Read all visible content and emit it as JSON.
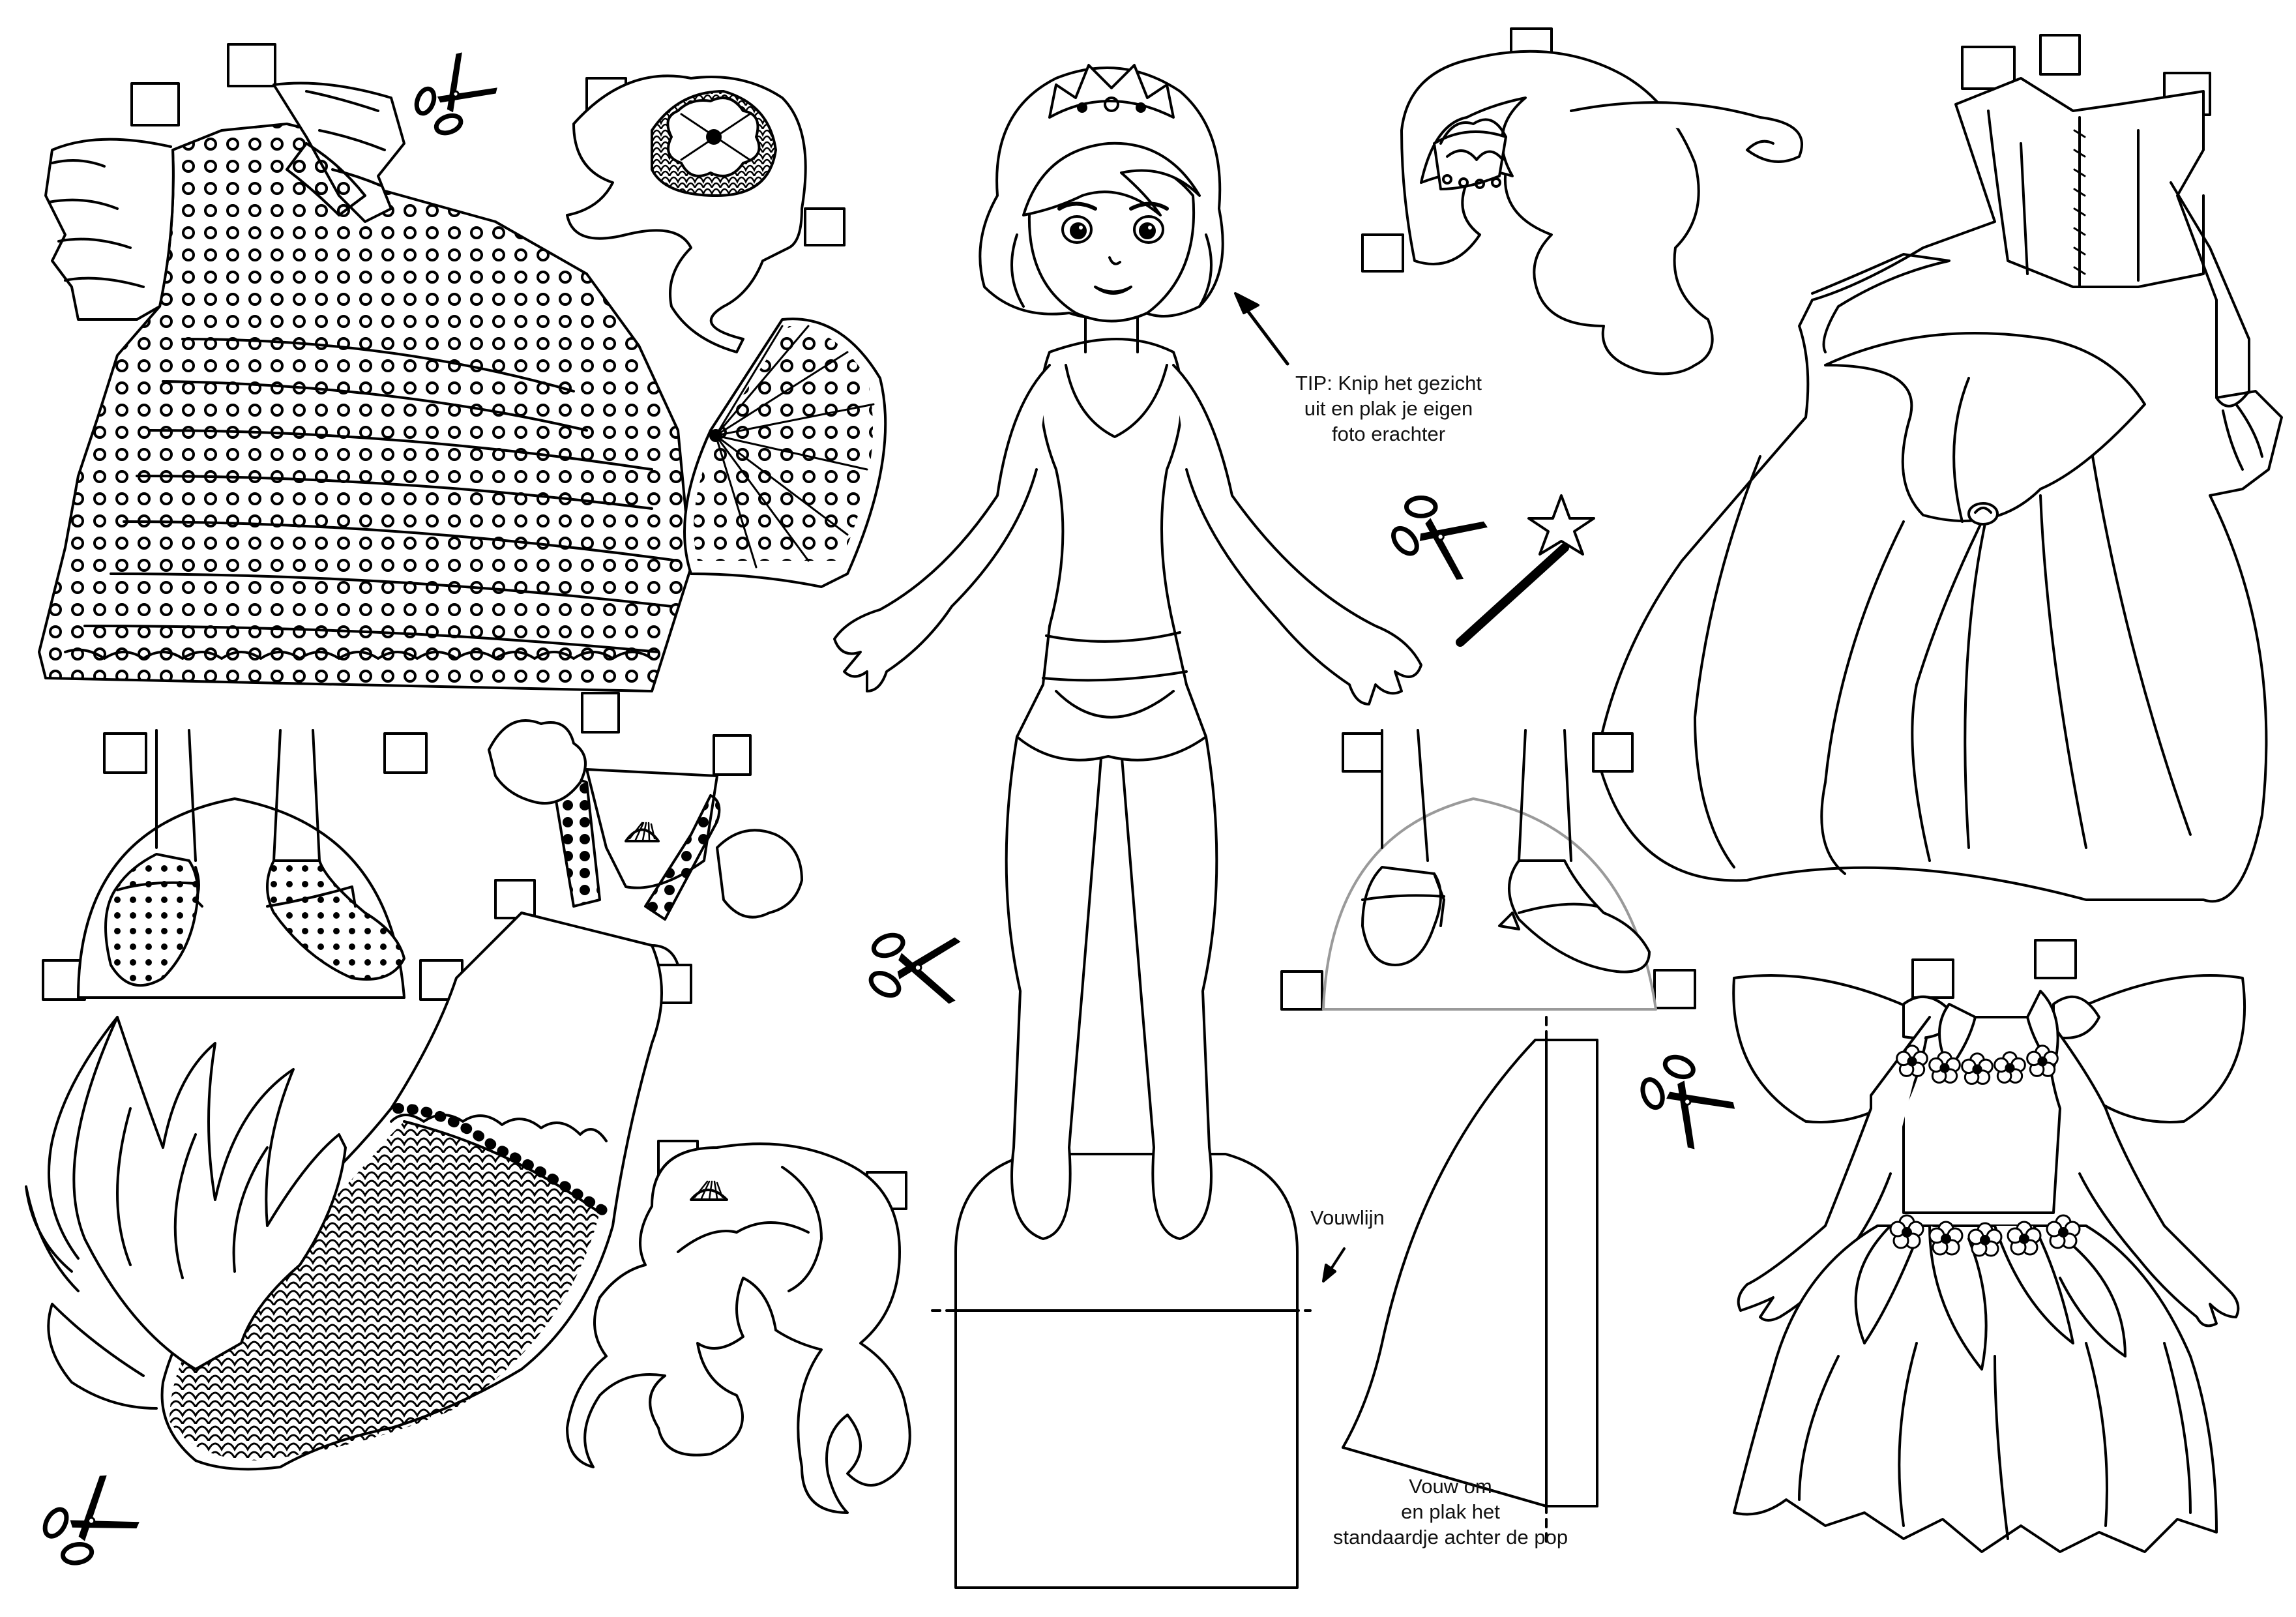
{
  "sheet": {
    "tip_text": "TIP: Knip het gezicht\nuit en plak je eigen\nfoto erachter",
    "fold_line_label": "Vouwlijn",
    "stand_instruction": "Vouw om\nen plak het\nstandaardje achter de pop"
  },
  "items": {
    "doll": "paper-doll",
    "outfits": [
      "flamenco-dress",
      "mermaid-costume",
      "princess-gown",
      "fairy-dress"
    ],
    "hair_pieces": [
      "flamenco-hair",
      "princess-hair",
      "mermaid-hair"
    ],
    "shoes": [
      "flamenco-shoes",
      "princess-shoes"
    ],
    "accessories": [
      "fan",
      "magic-wand"
    ],
    "stand": "stand-fold-piece"
  },
  "icons": [
    "scissors-icon",
    "arrow-icon"
  ],
  "colors": {
    "line": "#000000",
    "background": "#ffffff",
    "fold_arc": "#9a9a9a"
  }
}
